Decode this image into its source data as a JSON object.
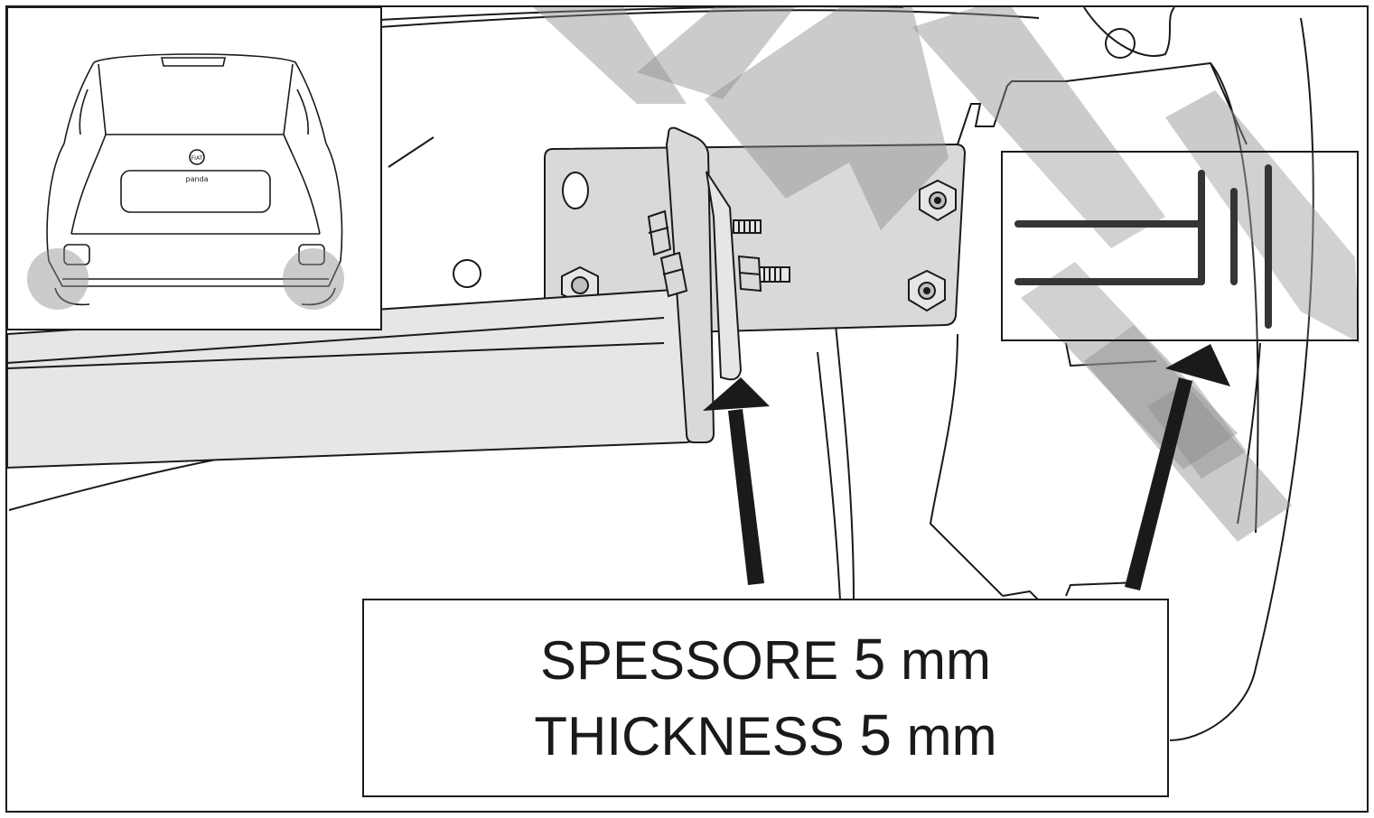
{
  "callout": {
    "line1_word": "SPESSORE",
    "line1_value": "5",
    "line1_unit": "mm",
    "line2_word": "THICKNESS",
    "line2_value": "5",
    "line2_unit": "mm"
  },
  "inset": {
    "brand_badge": "FIAT",
    "model_name": "panda"
  },
  "colors": {
    "line": "#1a1a1a",
    "bracket_fill": "#d9d9d9",
    "bar_fill": "#e6e6e6",
    "watermark": "#a6a6a6"
  }
}
